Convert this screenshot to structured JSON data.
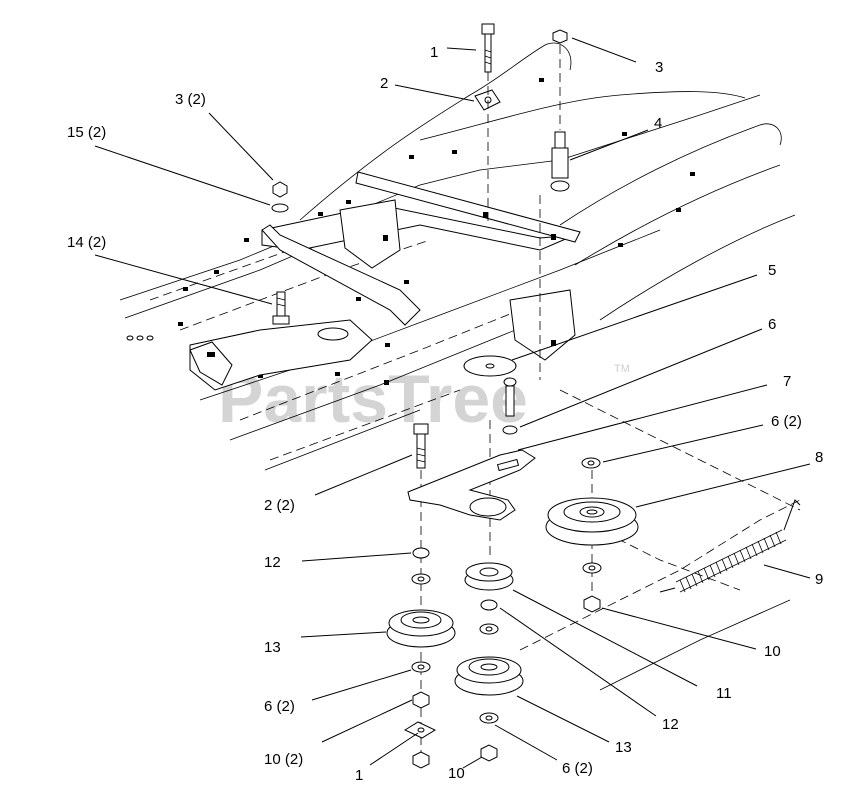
{
  "watermark": {
    "text": "PartsTree",
    "trademark": "TM"
  },
  "callouts": [
    {
      "id": "c1-top",
      "text": "1"
    },
    {
      "id": "c2-top",
      "text": "2"
    },
    {
      "id": "c3-top",
      "text": "3"
    },
    {
      "id": "c3-2",
      "text": "3 (2)"
    },
    {
      "id": "c15-2",
      "text": "15 (2)"
    },
    {
      "id": "c4",
      "text": "4"
    },
    {
      "id": "c14-2",
      "text": "14 (2)"
    },
    {
      "id": "c5",
      "text": "5"
    },
    {
      "id": "c6",
      "text": "6"
    },
    {
      "id": "c7",
      "text": "7"
    },
    {
      "id": "c6-2-right",
      "text": "6 (2)"
    },
    {
      "id": "c8",
      "text": "8"
    },
    {
      "id": "c2-2",
      "text": "2 (2)"
    },
    {
      "id": "c12-left",
      "text": "12"
    },
    {
      "id": "c9",
      "text": "9"
    },
    {
      "id": "c10-right",
      "text": "10"
    },
    {
      "id": "c13-left",
      "text": "13"
    },
    {
      "id": "c11",
      "text": "11"
    },
    {
      "id": "c6-2-left",
      "text": "6 (2)"
    },
    {
      "id": "c12-right",
      "text": "12"
    },
    {
      "id": "c10-2",
      "text": "10 (2)"
    },
    {
      "id": "c13-right",
      "text": "13"
    },
    {
      "id": "c1-bottom",
      "text": "1"
    },
    {
      "id": "c10-bottom",
      "text": "10"
    },
    {
      "id": "c6-2-bottom",
      "text": "6 (2)"
    }
  ]
}
